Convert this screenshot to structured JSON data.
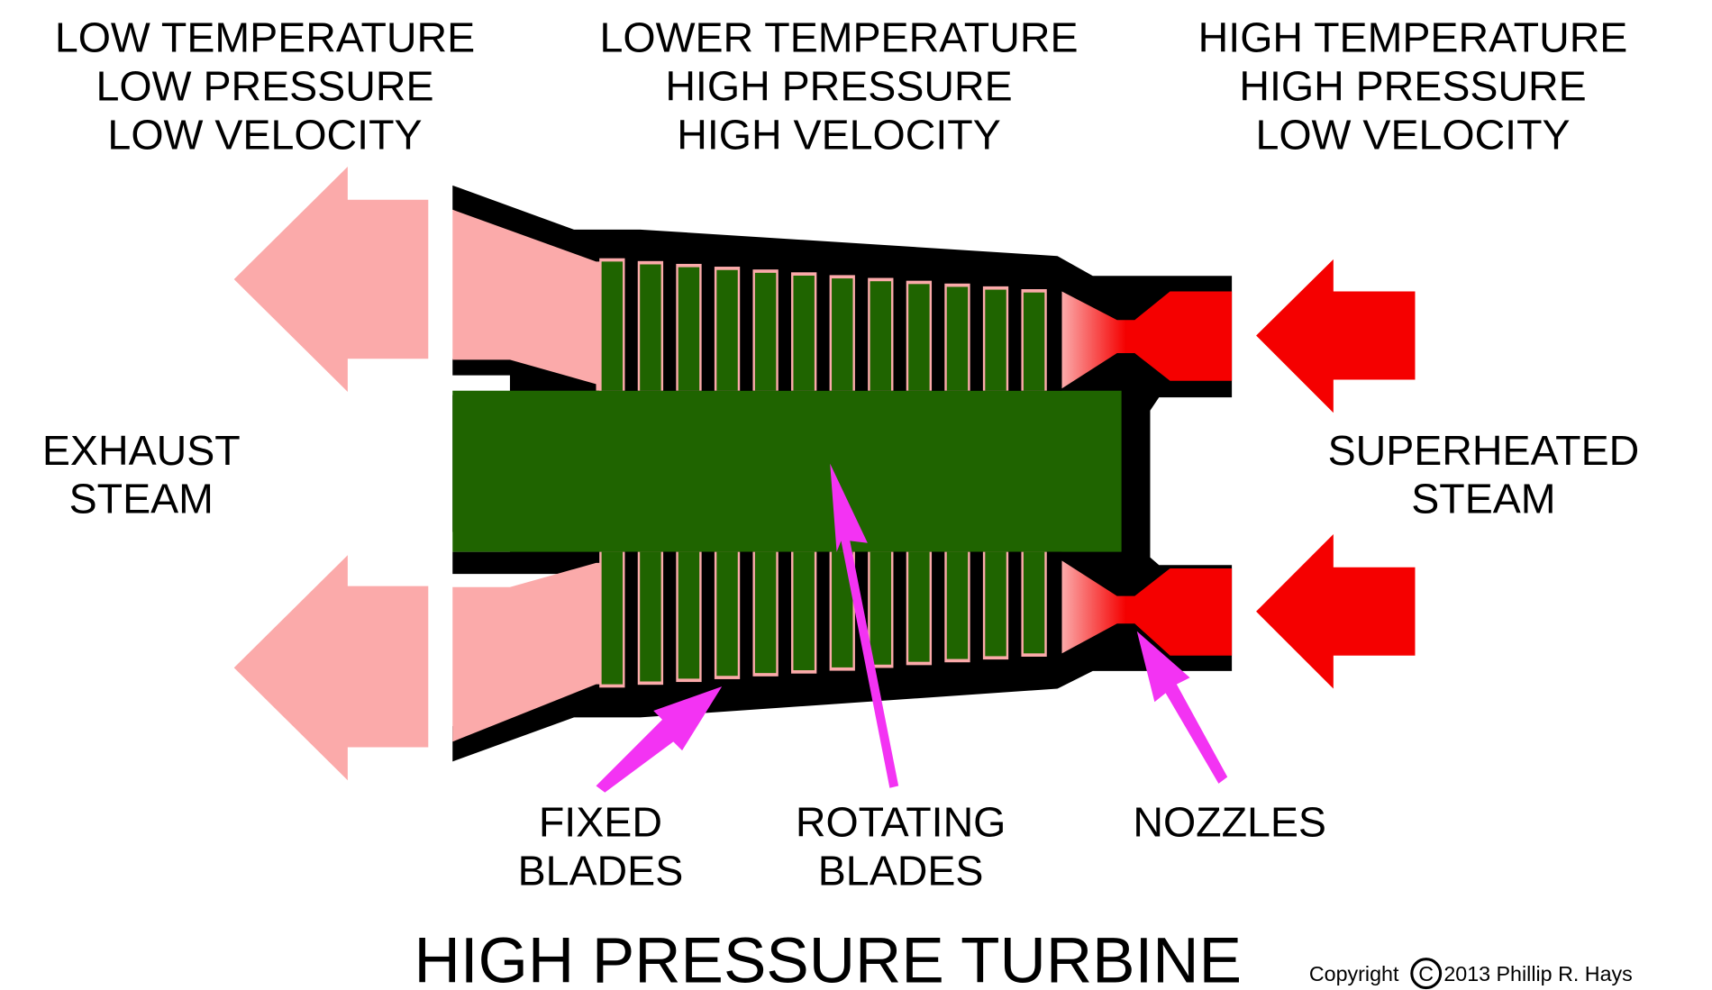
{
  "title": "HIGH PRESSURE TURBINE",
  "copyright": {
    "prefix": "Copyright",
    "symbol": "C",
    "text": "2013 Phillip R. Hays"
  },
  "state_labels": {
    "exhaust_side": [
      "LOW TEMPERATURE",
      "LOW PRESSURE",
      "LOW VELOCITY"
    ],
    "blade_section": [
      "LOWER TEMPERATURE",
      "HIGH PRESSURE",
      "HIGH VELOCITY"
    ],
    "inlet_side": [
      "HIGH TEMPERATURE",
      "HIGH PRESSURE",
      "LOW VELOCITY"
    ]
  },
  "flow_labels": {
    "exhaust": [
      "EXHAUST",
      "STEAM"
    ],
    "inlet": [
      "SUPERHEATED",
      "STEAM"
    ]
  },
  "part_labels": {
    "fixed_blades": [
      "FIXED",
      "BLADES"
    ],
    "rotating_blades": [
      "ROTATING",
      "BLADES"
    ],
    "nozzles": [
      "NOZZLES"
    ]
  },
  "colors": {
    "casing": "#000000",
    "rotor": "#1f6400",
    "exhaust_steam": "#fbaaaa",
    "superheated_steam": "#f50000",
    "pointer": "#f333f3",
    "background": "#ffffff"
  },
  "blade_counts": {
    "stages_per_row": 12
  }
}
